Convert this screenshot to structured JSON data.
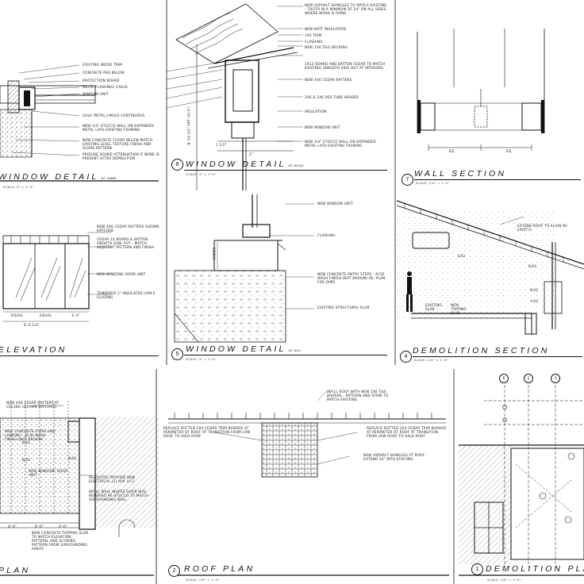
{
  "sheet": {
    "panels": [
      {
        "id": "p9",
        "title": "WINDOW DETAIL",
        "suffix": "AT JAMB",
        "scale": "SCALE: 3\" = 1'-0\"",
        "number": ""
      },
      {
        "id": "p8",
        "title": "WINDOW DETAIL",
        "suffix": "AT HEAD",
        "scale": "SCALE: 3\" = 1'-0\"",
        "number": "8"
      },
      {
        "id": "p7",
        "title": "WALL SECTION",
        "suffix": "",
        "scale": "SCALE: 1/4\" = 1'-0\"",
        "number": "7"
      },
      {
        "id": "p6",
        "title": "ELEVATION",
        "suffix": "",
        "scale": "",
        "number": ""
      },
      {
        "id": "p5",
        "title": "WINDOW DETAIL",
        "suffix": "AT SILL",
        "scale": "SCALE: 3\" = 1'-0\"",
        "number": "5"
      },
      {
        "id": "p4",
        "title": "DEMOLITION SECTION",
        "suffix": "",
        "scale": "SCALE: 1/4\" = 1'-0\"",
        "number": "4"
      },
      {
        "id": "p3",
        "title": "PLAN",
        "suffix": "",
        "scale": "",
        "number": ""
      },
      {
        "id": "p2",
        "title": "ROOF PLAN",
        "suffix": "",
        "scale": "SCALE: 1/4\" = 1'-0\"",
        "number": "2"
      },
      {
        "id": "p1",
        "title": "DEMOLITION PLAN",
        "suffix": "",
        "scale": "SCALE: 1/4\" = 1'-0\"",
        "number": "1"
      }
    ]
  },
  "notes": {
    "p9": [
      "EXISTING WOOD TRIM",
      "CONCRETE PAD BELOW",
      "PROTECTION BOARD",
      "METAL FLASHING/ CAULK",
      "WINDOW UNIT",
      "GALV. METAL J-MOLD CONTINUOUS",
      "NEW 3/4\" STUCCO WALL ON EXPANDED METAL LATH EXISTING FRAMING",
      "NEW CONCRETE FLOOR BELOW MATCH EXISTING LEVEL TEXTURE FINISH AND SCORE PATTERN",
      "PROVIDE SOUND ATTENUATION IF NONE IS PRESENT AFTER DEMOLITION"
    ],
    "p8": [
      "NEW ASPHALT SHINGLES TO MATCH EXISTING - TOOTH IN A MINIMUM OF 24\" ON ALL SIDES WHERE WORK IS DONE",
      "NEW BATT INSULATION",
      "1X4 TRIM",
      "FLASHING",
      "NEW 1X6 T&G DECKING",
      "1X12 BOARD AND BATTEN CEDAR TO MATCH EXISTING (SMOOTH SIDE OUT AT INTERIOR)",
      "NEW 4X6 CEDAR RAFTERS",
      "2X6 & 2X6 HSS TUBE HEADER",
      "INSULATION",
      "NEW WINDOW UNIT",
      "NEW 3/4\" STUCCO WALL ON EXPANDED METAL LATH EXISTING FRAMING"
    ],
    "p8dims": {
      "vert": "8'-10 1/2\" AFF (V.I.F.)",
      "d1": "1 1/2\"",
      "d2": "2\""
    },
    "p7dims": [
      "EQ.",
      "EQ."
    ],
    "p6": [
      "NEW 4X6 CEDAR RAFTERS SHOWN HATCHED",
      "CEDAR 1X BOARD & BATTEN SMOOTH SIDE OUT - MATCH ADJACENT PATTERN AND FINISH",
      "NEW WINDOW/ DOOR UNIT",
      "TEMPERED 1\" INSULATED LOW-E GLAZING"
    ],
    "p6dims": [
      "EQUAL",
      "EQUAL",
      "3'-4\"",
      "8'-6 1/4\""
    ],
    "p5": [
      "NEW WINDOW UNIT",
      "FLASHING",
      "NEW CONCRETE ENTRY STEPS - ACID WASH FINISH (NOT BROOM) RE: PLAN FOR DIMS",
      "EXISTING STRUCTURAL SLAB"
    ],
    "p5dims": {
      "varies": "VARIES"
    },
    "p4": [
      "EXTEND ROOF TO ALIGN W/ EXIST'G",
      "EXISTING SLAB",
      "NEW TOPPING SLAB"
    ],
    "p4tags": [
      "1/A2",
      "8/A2",
      "8/A2",
      "1/A2"
    ],
    "p3": [
      "NEW 4X6 CEDAR RAFTERS AT CEILING (SHOWN HATCHED)",
      "NEW CONCRETE STEPS AND LANDING - ACID WASH FINISH (NOT BROOM)",
      "NEW WINDOW/ DOOR UNIT",
      "RELOCATE/ PROVIDE NEW ELECTRICAL (2) APP. V.I.F.",
      "INFILL WALL WHERE DOOR WAS REMOVED RE-STUCCO TO MATCH SURROUNDING WALL",
      "NEW CONCRETE TOPPING SLAB TO MATCH ELEVATION, PATTERN, AND SCORING PATTERN FROM SURROUNDING AREAS"
    ],
    "p3dims": [
      "4'-0\"",
      "4'-0\"",
      "4'-0\""
    ],
    "p3tags": [
      "8/A2",
      "8/A2",
      "6/A2"
    ],
    "p2": [
      "INFILL ROOF WITH NEW 1X6 T&G BOARDS - PATTERN AND STAIN TO MATCH EXISTING",
      "REPLACE ROTTED 1X4 CEDAR TRIM BOARDS AT PERIMETER OF ROOF AT TRANSITION FROM LOW ROOF TO HIGH ROOF",
      "REPLACE ROTTED 1X4 CEDAR TRIM BOARDS AT PERIMETER OF ROOF AT TRANSITION FROM LOW ROOF TO HIGH ROOF",
      "NEW ASPHALT SHINGLES AT ROOF - EXTEND 24\" INTO EXISTING"
    ],
    "p1grid": [
      "6",
      "1",
      "1"
    ]
  }
}
